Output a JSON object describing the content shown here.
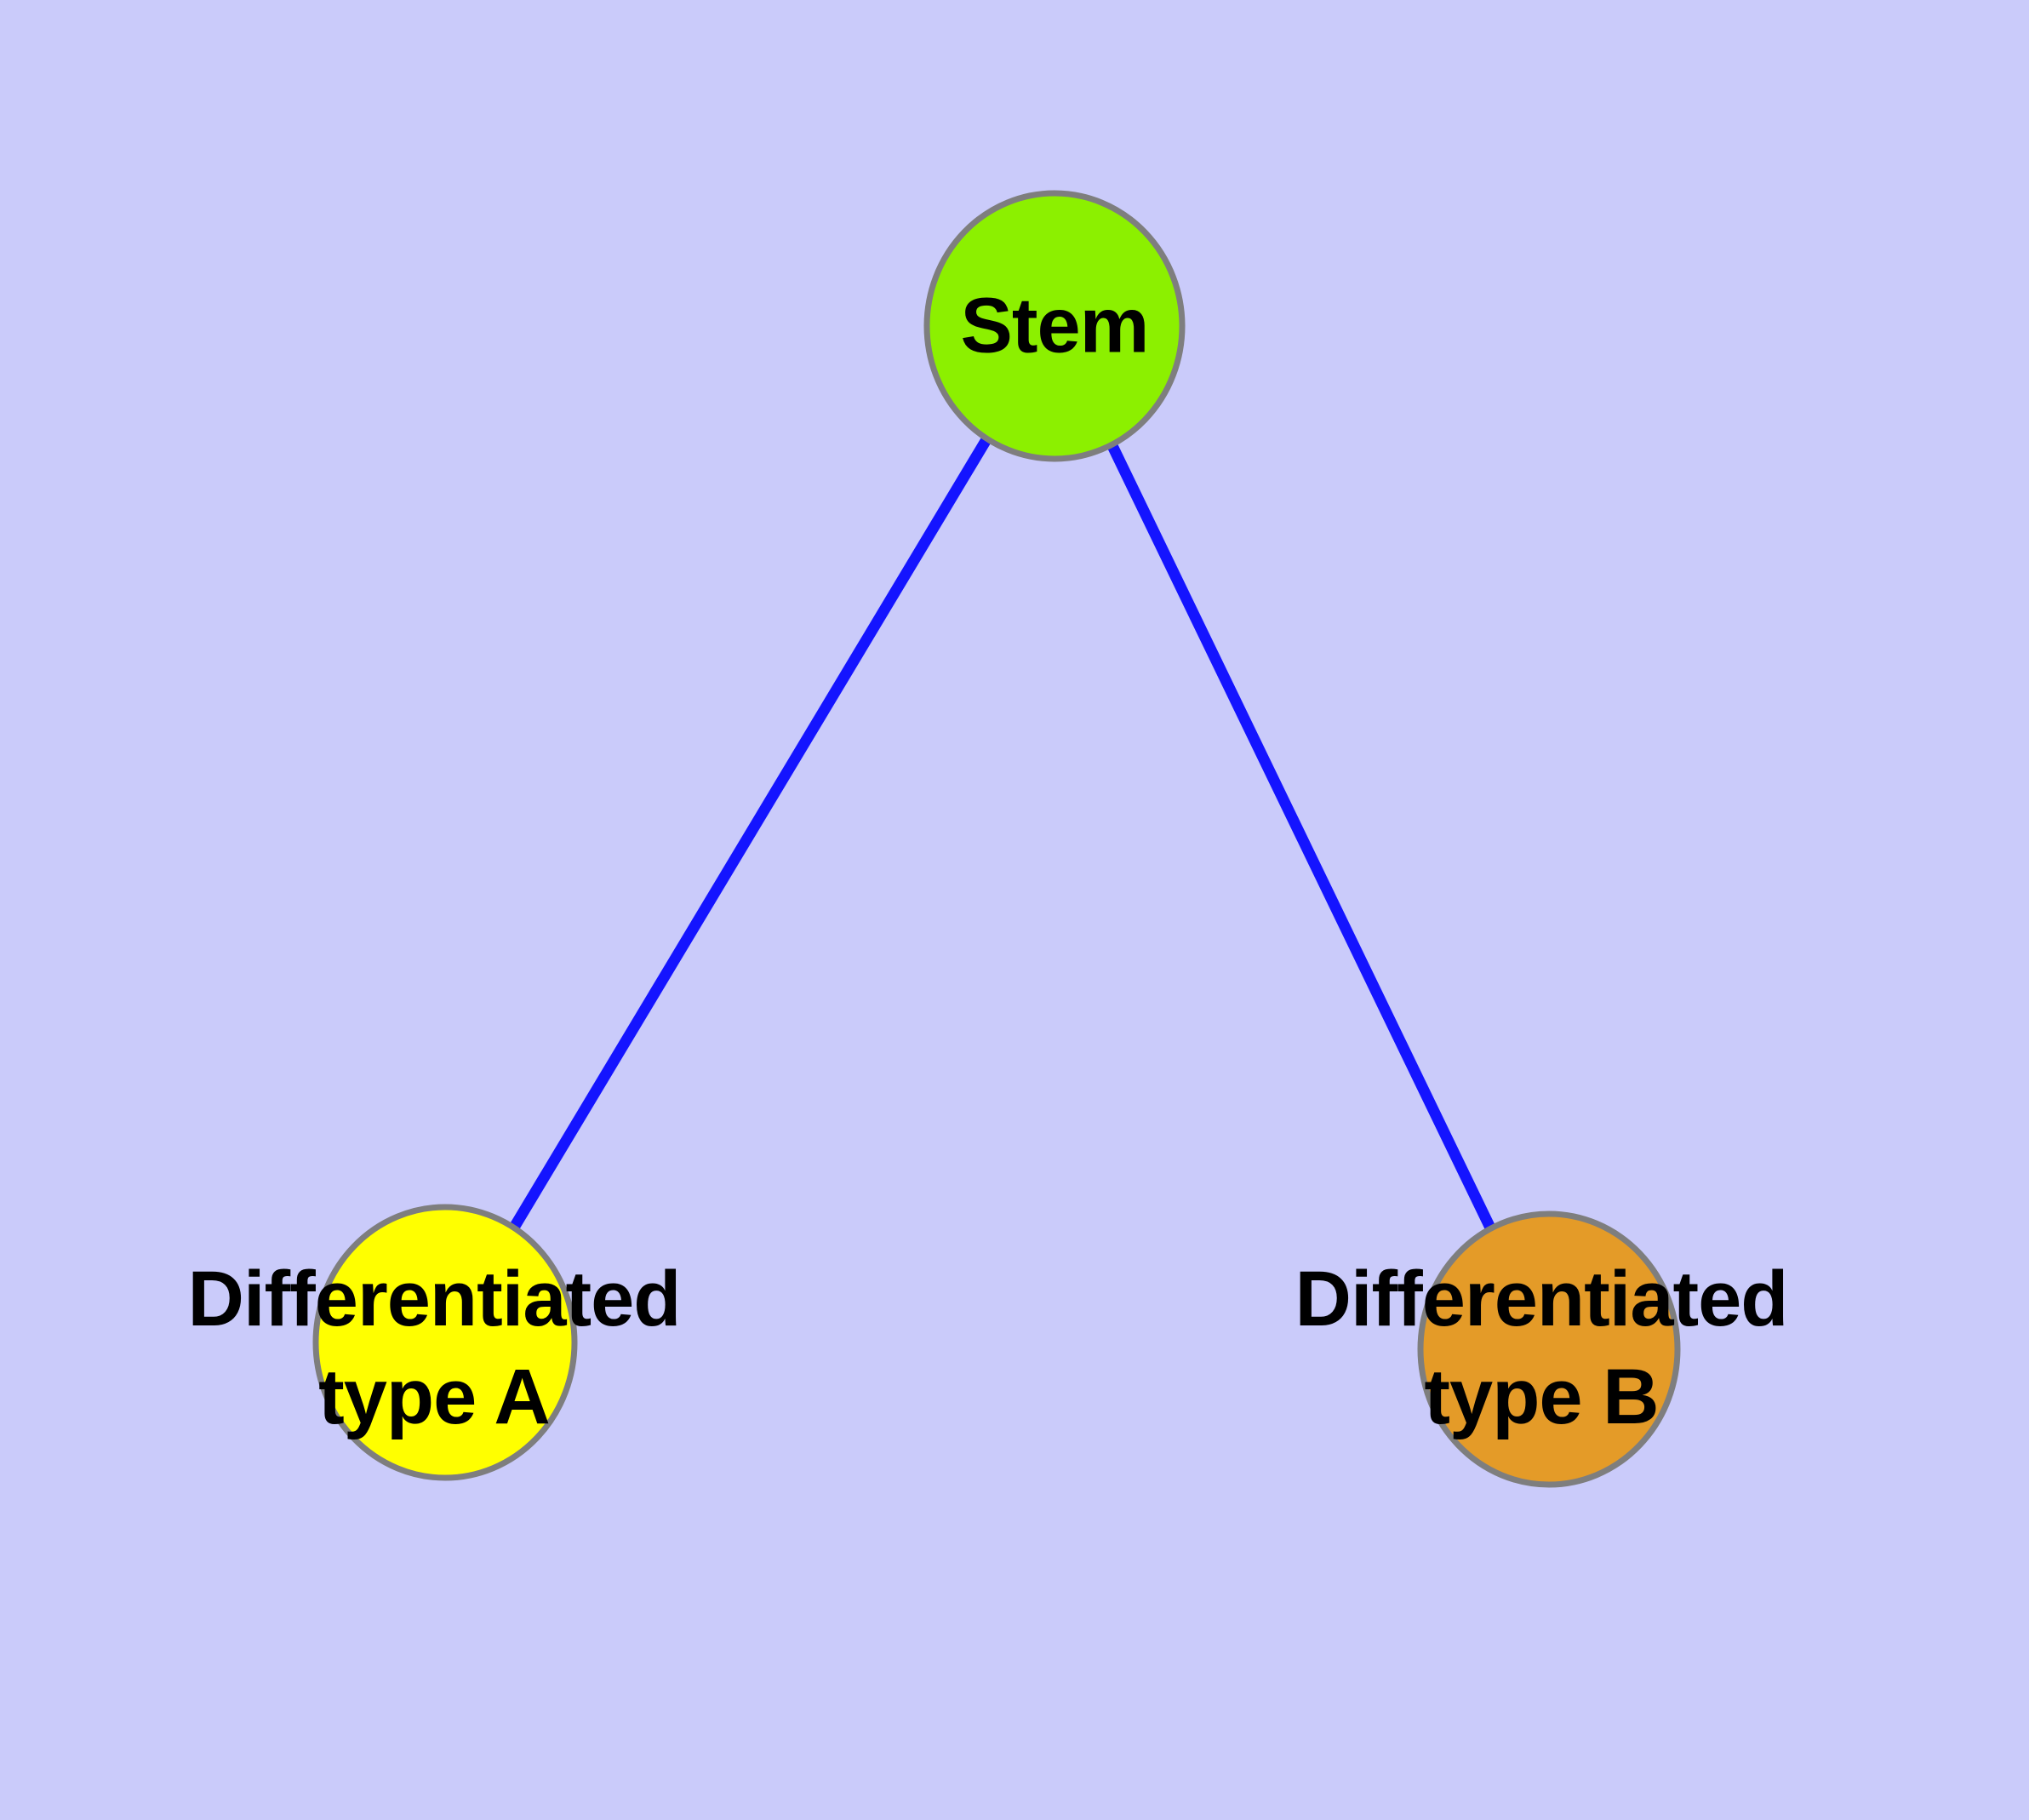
{
  "diagram": {
    "background_color": "#CACBFA",
    "edge_color": "#1414FF",
    "node_border_color": "#7E7E7E",
    "nodes": {
      "stem": {
        "label": "Stem",
        "fill": "#8CF000"
      },
      "type_a": {
        "label": "Differentiated\ntype A",
        "fill": "#FFFF00"
      },
      "type_b": {
        "label": "Differentiated\ntype B",
        "fill": "#E49B28"
      }
    },
    "edges": [
      {
        "from": "Stem",
        "to": "Differentiated type A"
      },
      {
        "from": "Stem",
        "to": "Differentiated type B"
      }
    ]
  }
}
